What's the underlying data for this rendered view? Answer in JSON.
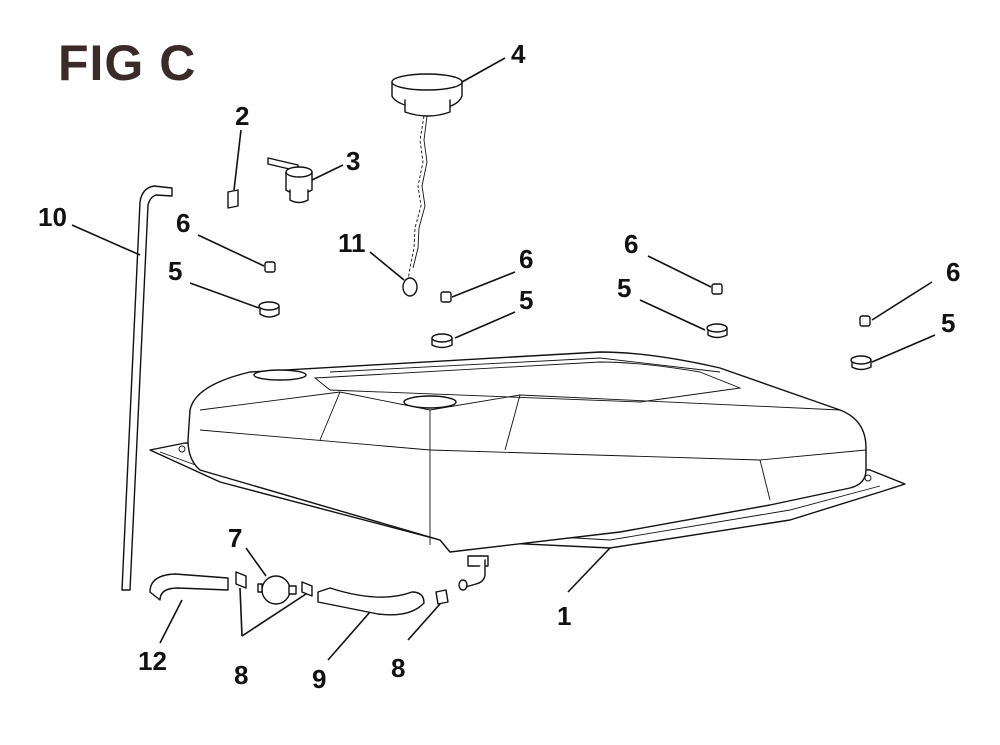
{
  "figure": {
    "title": "FIG C"
  },
  "callouts": {
    "c1": "1",
    "c2": "2",
    "c3": "3",
    "c4": "4",
    "c5a": "5",
    "c5b": "5",
    "c5c": "5",
    "c5d": "5",
    "c6a": "6",
    "c6b": "6",
    "c6c": "6",
    "c6d": "6",
    "c7": "7",
    "c8a": "8",
    "c8b": "8",
    "c9": "9",
    "c10": "10",
    "c11": "11",
    "c12": "12"
  }
}
